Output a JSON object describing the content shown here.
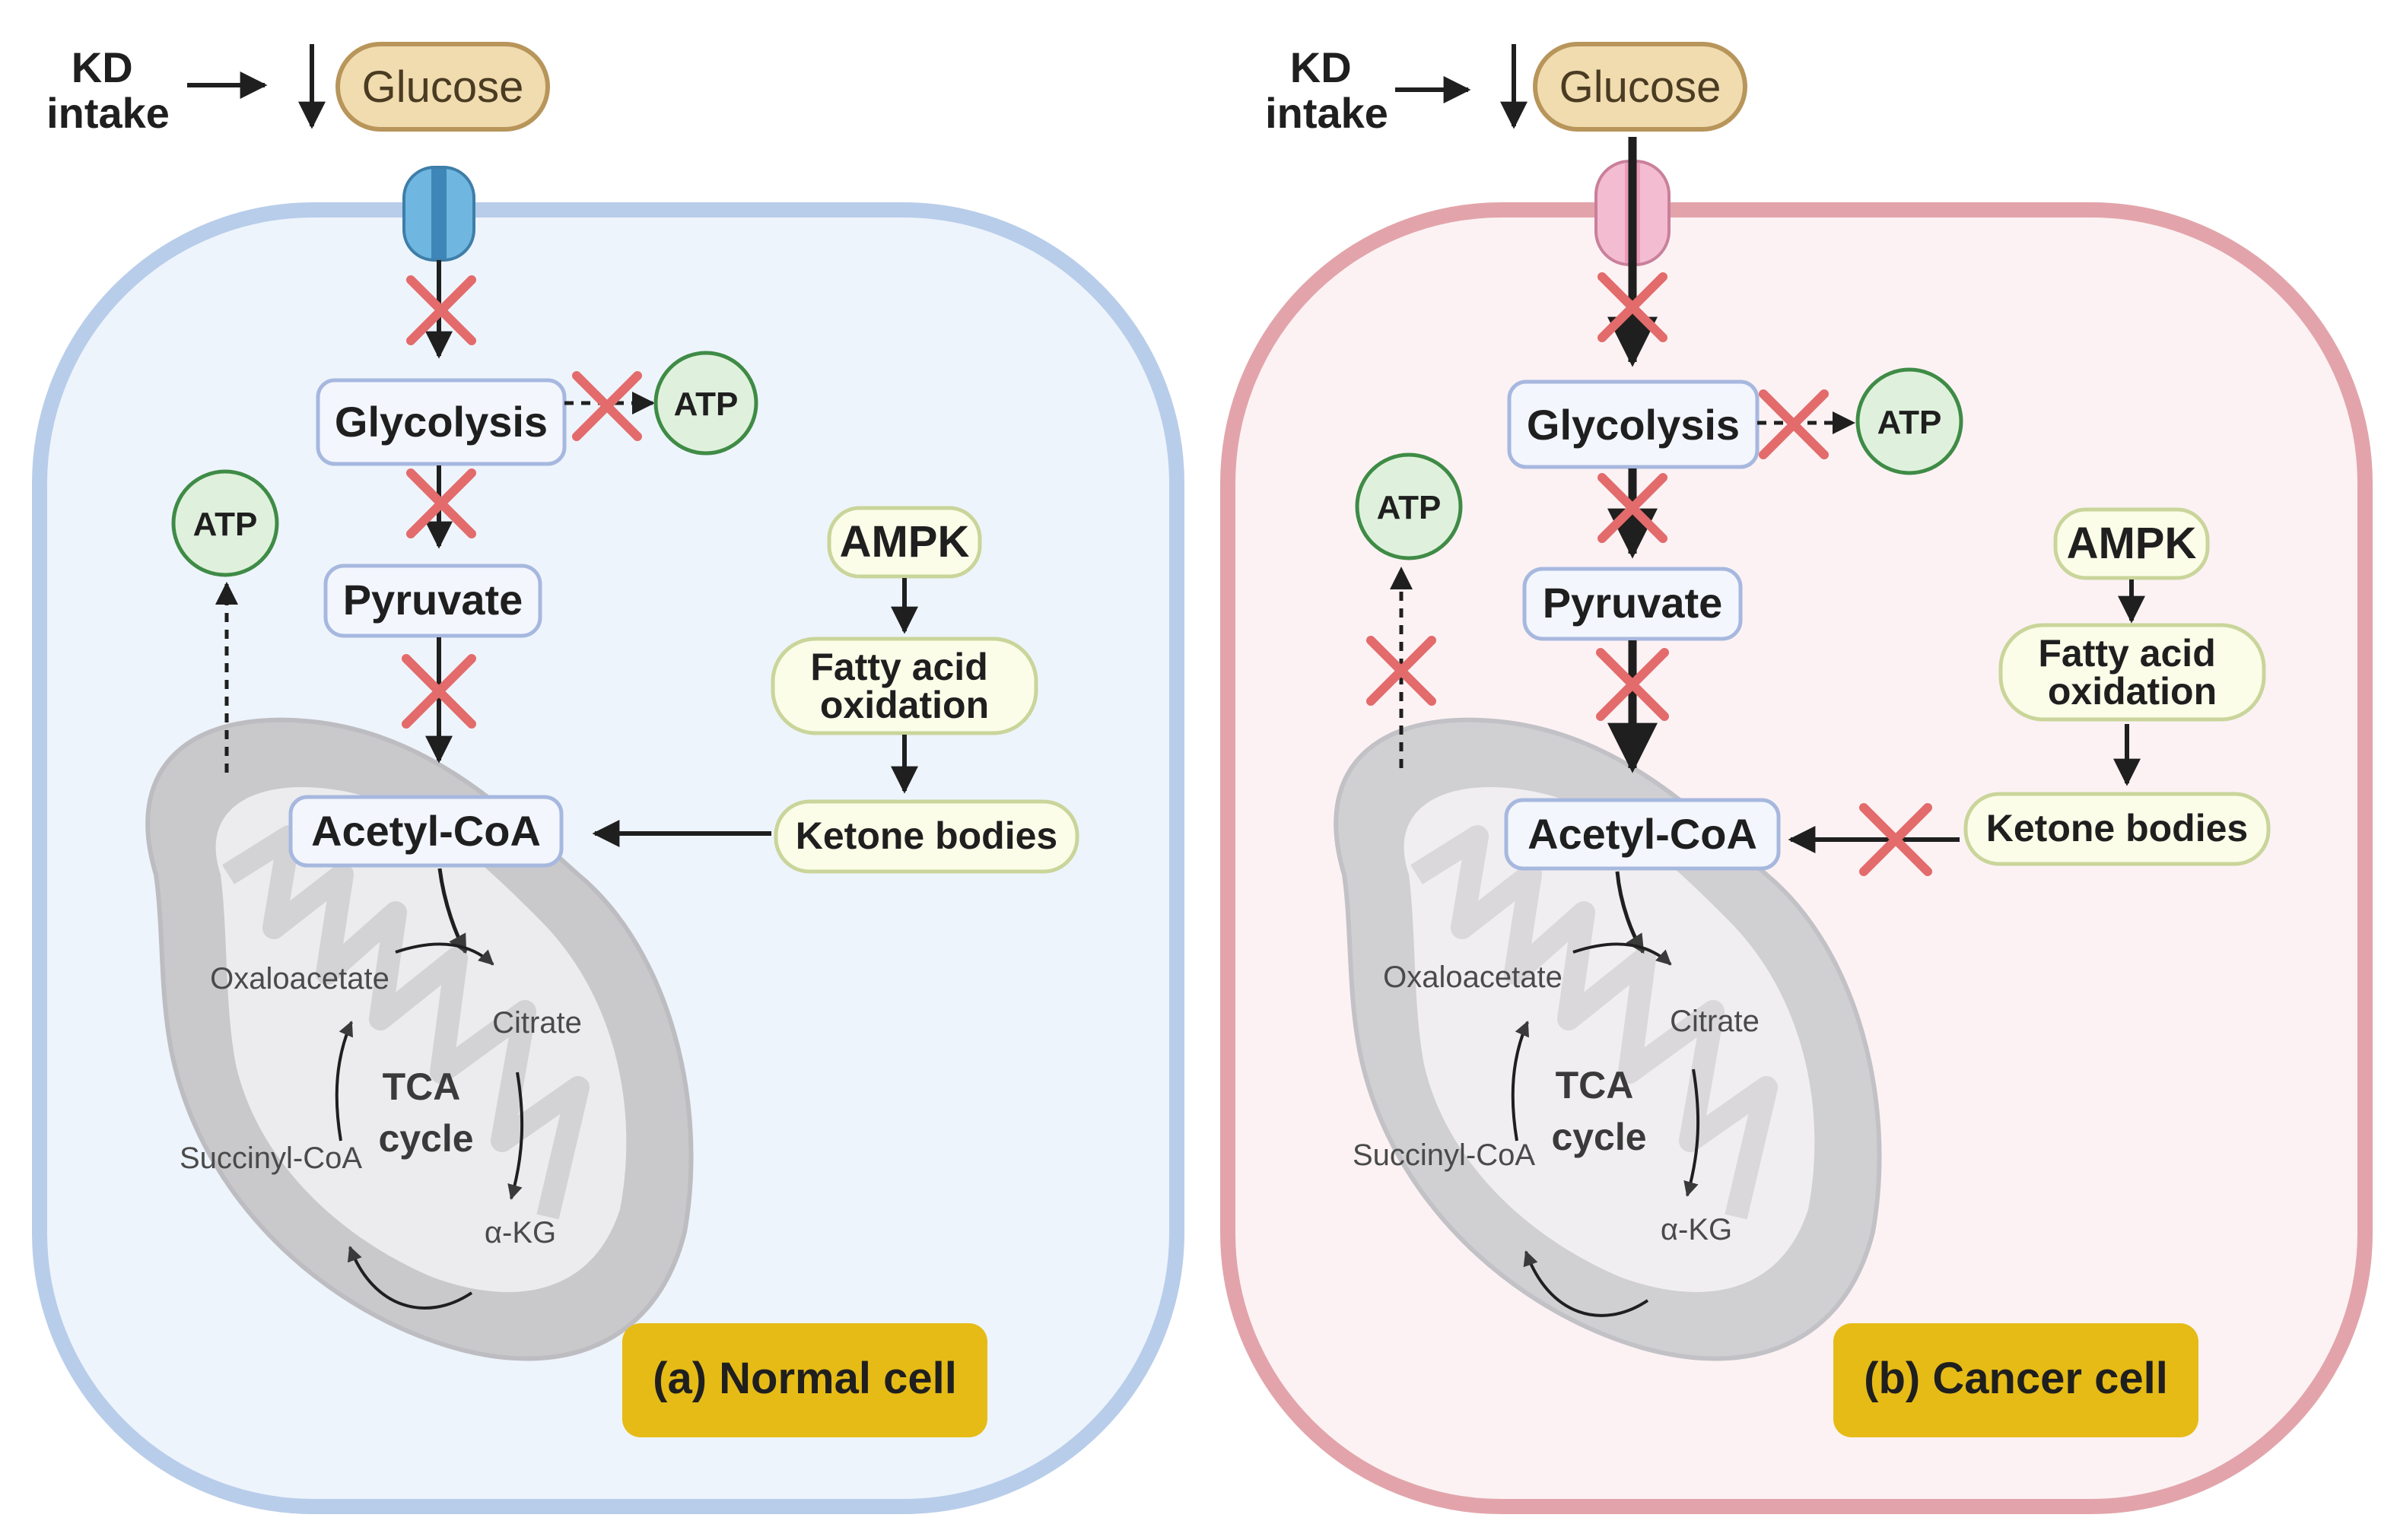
{
  "colors": {
    "normal_cell_border": "#b8cdea",
    "normal_cell_fill": "#eef4fc",
    "cancer_cell_border": "#e2a4aa",
    "cancer_cell_fill": "#fcf2f4",
    "glucose_fill": "#f1dcb0",
    "glucose_border": "#b8955a",
    "channel_normal": "#6fb6e0",
    "channel_cancer": "#f4bcd0",
    "process_box_fill": "#f3f6fd",
    "process_box_border": "#a7b8df",
    "ampk_fill": "#fbfde8",
    "ampk_border": "#c9d59a",
    "atp_fill": "#dff1dc",
    "atp_border": "#3f8b46",
    "cross": "#e36b6b",
    "mito": "#c9c9cc",
    "label_fill": "#e6bb16",
    "arrow": "#1f1f1f",
    "tca_text": "#4a4a4a"
  },
  "panels": [
    {
      "id": "normal",
      "kd_intake": "KD\nintake",
      "glucose": "Glucose",
      "glycolysis": "Glycolysis",
      "pyruvate": "Pyruvate",
      "acetyl_coa": "Acetyl-CoA",
      "ampk": "AMPK",
      "fatty_acid": "Fatty acid\noxidation",
      "ketone_bodies": "Ketone bodies",
      "atp_glycolysis": "ATP",
      "atp_mito": "ATP",
      "tca": {
        "title": "TCA\ncycle",
        "oxaloacetate": "Oxaloacetate",
        "citrate": "Citrate",
        "alpha_kg": "α-KG",
        "succinyl_coa": "Succinyl-CoA"
      },
      "label": "(a) Normal cell"
    },
    {
      "id": "cancer",
      "kd_intake": "KD\nintake",
      "glucose": "Glucose",
      "glycolysis": "Glycolysis",
      "pyruvate": "Pyruvate",
      "acetyl_coa": "Acetyl-CoA",
      "ampk": "AMPK",
      "fatty_acid": "Fatty acid\noxidation",
      "ketone_bodies": "Ketone bodies",
      "atp_glycolysis": "ATP",
      "atp_mito": "ATP",
      "tca": {
        "title": "TCA\ncycle",
        "oxaloacetate": "Oxaloacetate",
        "citrate": "Citrate",
        "alpha_kg": "α-KG",
        "succinyl_coa": "Succinyl-CoA"
      },
      "label": "(b) Cancer cell"
    }
  ]
}
